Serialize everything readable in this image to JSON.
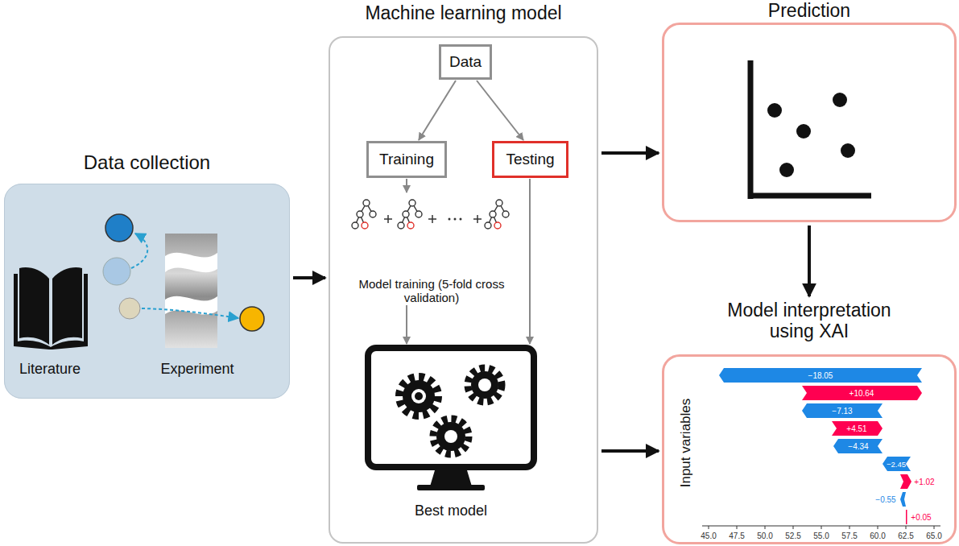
{
  "diagram": {
    "nodes": [
      {
        "text": [
          "Data collection"
        ]
      },
      {
        "text": [
          "Machine learning model"
        ]
      },
      {
        "text": [
          "Data"
        ],
        "in": 1
      },
      {
        "text": [
          "Training"
        ],
        "in": 1
      },
      {
        "text": [
          "Testing"
        ],
        "in": 1
      },
      {
        "text": [
          "Model training (5-fold cross validation)"
        ],
        "in": 1
      },
      {
        "text": [
          "Best model"
        ],
        "in": 1
      },
      {
        "text": [
          "Prediction"
        ]
      },
      {
        "text": [
          "Model interpretation using XAI"
        ]
      }
    ],
    "edges": [
      {
        "from": 0,
        "to": 1,
        "arrow": "to"
      },
      {
        "from": 2,
        "to": 3,
        "arrow": "to"
      },
      {
        "from": 2,
        "to": 4,
        "arrow": "to"
      },
      {
        "from": 3,
        "to": 5,
        "arrow": "to"
      },
      {
        "from": 5,
        "to": 6,
        "arrow": "to"
      },
      {
        "from": 4,
        "to": 6,
        "arrow": "to"
      },
      {
        "from": 1,
        "to": 7,
        "arrow": "to"
      },
      {
        "from": 7,
        "to": 8,
        "arrow": "to"
      },
      {
        "from": 1,
        "to": 8,
        "arrow": "to"
      }
    ],
    "labels": [
      "Literature",
      "Experiment",
      "−18.05",
      "+10.64",
      "−7.13",
      "+4.51",
      "−4.34",
      "−2.45",
      "+1.02",
      "−0.55",
      "+0.05",
      "Input variables",
      "45.0",
      "47.5",
      "50.0",
      "52.5",
      "55.0",
      "57.5",
      "60.0",
      "62.5",
      "65.0"
    ]
  }
}
